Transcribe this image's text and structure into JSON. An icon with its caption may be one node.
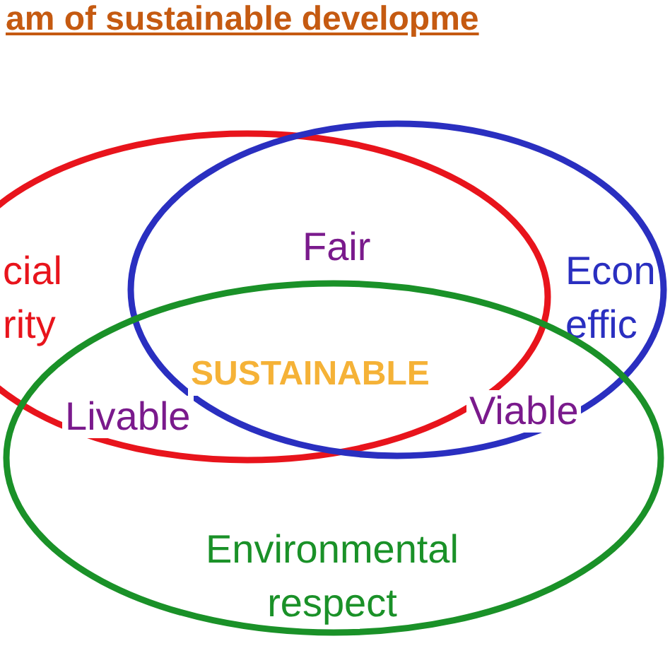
{
  "diagram": {
    "title": "am of sustainable developme",
    "nodes": [
      {
        "text": [
          "cial rity"
        ]
      },
      {
        "text": [
          "Econ effic"
        ]
      },
      {
        "text": [
          "Environmental respect"
        ]
      }
    ],
    "labels": [
      "Fair",
      "SUSTAINABLE",
      "Livable",
      "Viable"
    ]
  }
}
